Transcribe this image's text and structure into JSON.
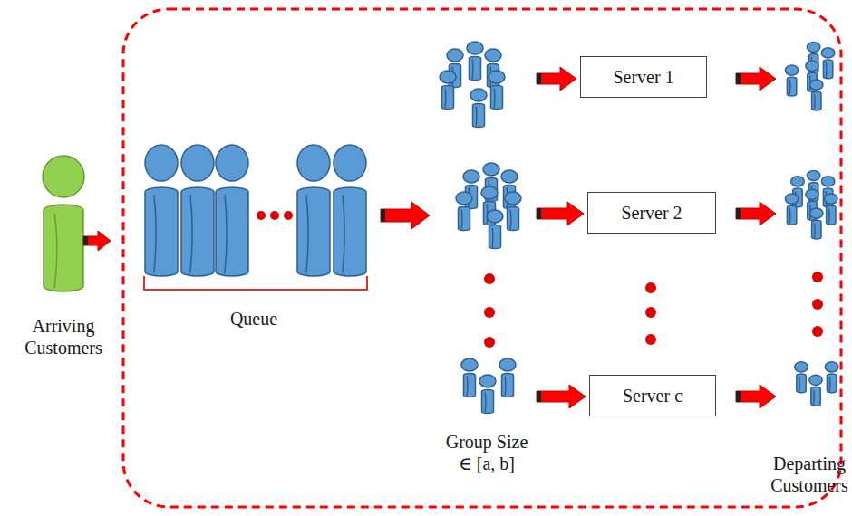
{
  "diagram": {
    "nodes": [
      {
        "text": [
          "Server 1"
        ]
      },
      {
        "text": [
          "Server 2"
        ]
      },
      {
        "text": [
          "Server c"
        ]
      }
    ],
    "labels": [
      "Arriving Customers",
      "Queue",
      "Group Size ∈ [a, b]",
      "Departing Customers"
    ]
  }
}
